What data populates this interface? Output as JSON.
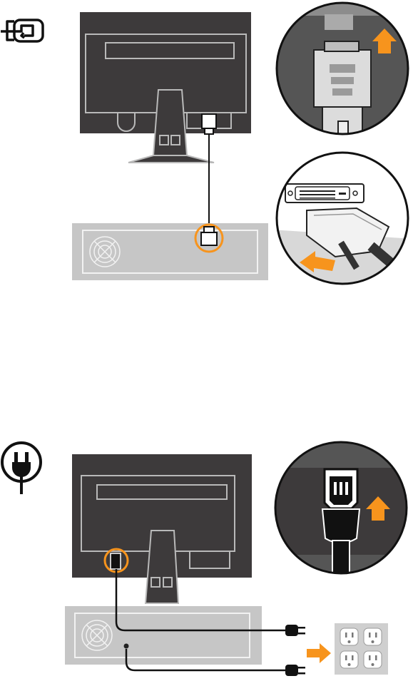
{
  "colors": {
    "background": "#ffffff",
    "monitor_dark": "#3d3a3b",
    "monitor_line": "#b9b9b9",
    "computer_grey": "#c6c6c6",
    "computer_line": "#f2f2f2",
    "accent_orange": "#f7941d",
    "cable": "#1a1a1a",
    "outlet_grey": "#cfcfcf"
  },
  "icons": {
    "signal_step": "signal-input-icon",
    "power_step": "power-plug-icon"
  },
  "steps": [
    {
      "id": "signal",
      "icon": "signal-input-icon",
      "detail_views": [
        "monitor-connector-closeup",
        "computer-dvi-connector-closeup"
      ]
    },
    {
      "id": "power",
      "icon": "power-plug-icon",
      "detail_views": [
        "monitor-power-connector-closeup",
        "wall-outlet"
      ]
    }
  ]
}
